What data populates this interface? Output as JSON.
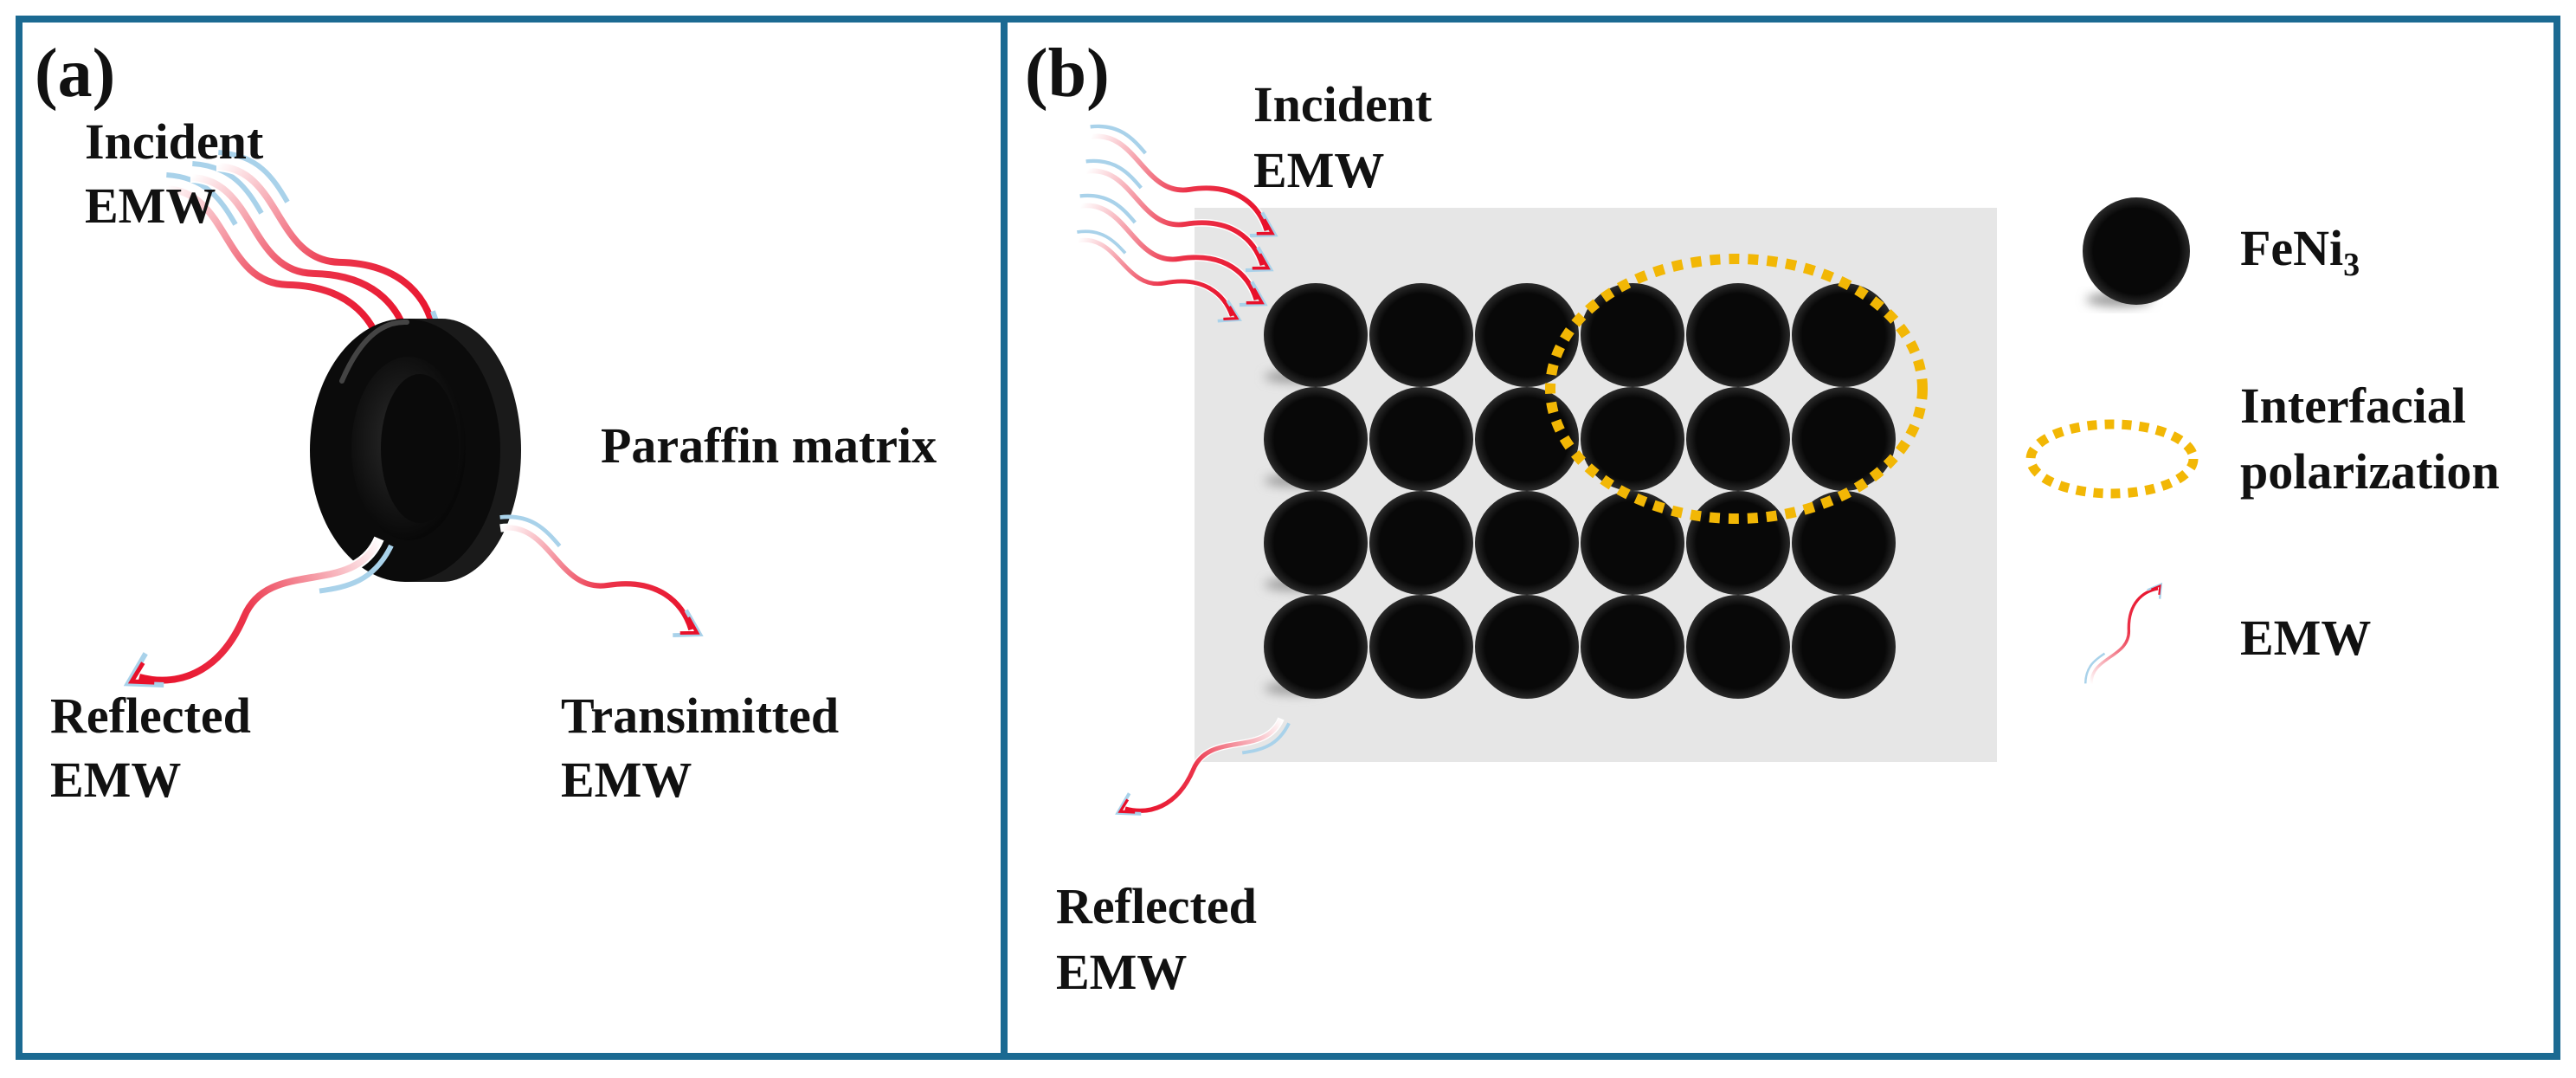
{
  "panel_a": {
    "tag": "(a)",
    "incident": [
      "Incident",
      "EMW"
    ],
    "matrix_label": "Paraffin matrix",
    "reflected": [
      "Reflected",
      "EMW"
    ],
    "transmitted": [
      "Transimitted",
      "EMW"
    ]
  },
  "panel_b": {
    "tag": "(b)",
    "incident": [
      "Incident",
      "EMW"
    ],
    "reflected": [
      "Reflected",
      "EMW"
    ],
    "particle_grid": {
      "rows": 4,
      "columns": 6
    },
    "legend": {
      "particle": {
        "text": "FeNi",
        "subscript": "3"
      },
      "polarization": [
        "Interfacial",
        "polarization"
      ],
      "wave": "EMW"
    }
  },
  "colors": {
    "frame": "#1b6a92",
    "particle": "#0a0a0a",
    "polarization_ring": "#f2b705",
    "wave_red": "#e8102a",
    "wave_blue": "#a9d2ea",
    "sample_area": "#e6e6e6"
  }
}
